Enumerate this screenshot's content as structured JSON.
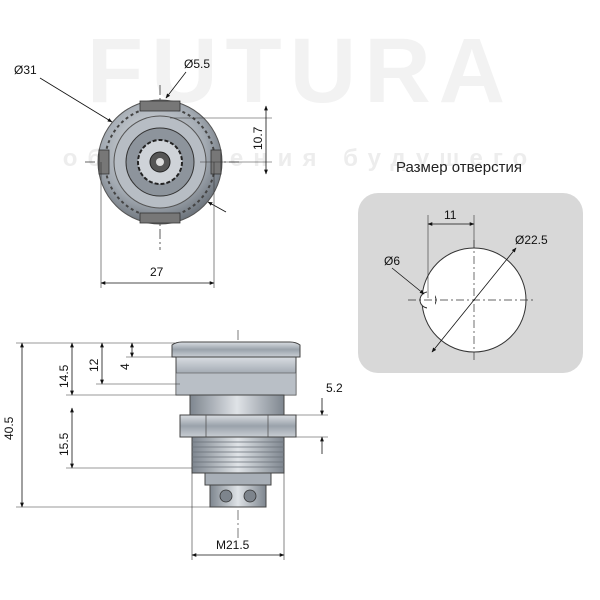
{
  "watermark": {
    "brand": "FUTURA",
    "tagline": "обеспечения будущего"
  },
  "front_view": {
    "dim_outer_diameter": "Ø31",
    "dim_small_diameter": "Ø5.5",
    "dim_offset": "10.7",
    "dim_width": "27"
  },
  "hole_panel": {
    "title": "Размер отверстия",
    "dim_offset": "11",
    "dim_hole_diameter": "Ø22.5",
    "dim_notch_diameter": "Ø6"
  },
  "side_view": {
    "dim_total_length": "40.5",
    "dim_head_height": "14.5",
    "dim_cap_height": "12",
    "dim_rim_height": "4",
    "dim_body_length": "15.5",
    "dim_nut_thickness": "5.2",
    "dim_thread": "M21.5"
  }
}
